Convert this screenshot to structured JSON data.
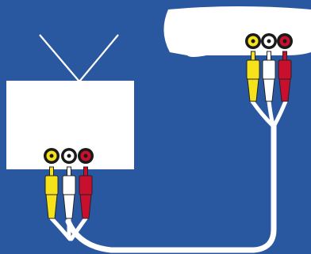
{
  "scene": {
    "description_colors": {
      "background": "#2a58a0",
      "device_body": "#ffffff",
      "video_plug": "#f5e21a",
      "audio_left_plug": "#ffffff",
      "audio_right_plug": "#c8102e",
      "cable": "#ffffff",
      "jack_ring": "#1a1a1a"
    },
    "tv": {
      "icon": "television-icon"
    },
    "player": {
      "icon": "media-player-icon"
    },
    "connectors": {
      "icon": "rca-composite-cable-icon",
      "channels": [
        "video",
        "audio-left",
        "audio-right"
      ]
    }
  }
}
